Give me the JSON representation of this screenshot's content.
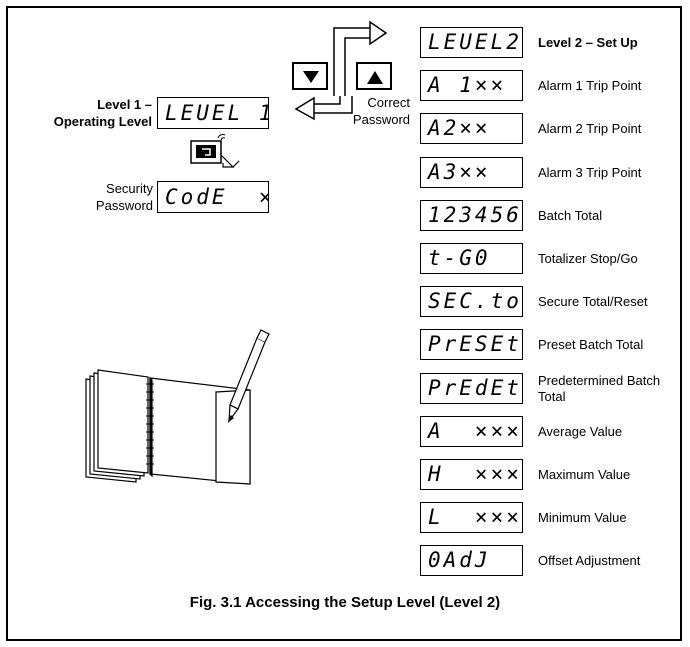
{
  "figure": {
    "caption": "Fig. 3.1 Accessing the Setup Level (Level 2)"
  },
  "left": {
    "level1_label_line1": "Level 1 –",
    "level1_label_line2": "Operating Level",
    "level1_display": "LEUEL 1",
    "security_label_line1": "Security",
    "security_label_line2": "Password",
    "code_display": "CodE  ×"
  },
  "center": {
    "correct_line1": "Correct",
    "correct_line2": "Password",
    "down_button_icon": "down-triangle-icon",
    "up_button_icon": "up-triangle-icon",
    "scroll_key_icon": "scroll-key-icon"
  },
  "right": {
    "items": [
      {
        "display": "LEUEL2",
        "desc": "Level 2 – Set Up"
      },
      {
        "display": "A 1××",
        "desc": "Alarm 1 Trip Point"
      },
      {
        "display": "A2××",
        "desc": "Alarm 2 Trip Point"
      },
      {
        "display": "A3××",
        "desc": "Alarm 3 Trip Point"
      },
      {
        "display": "123456",
        "desc": "Batch Total"
      },
      {
        "display": "t-G0",
        "desc": "Totalizer Stop/Go"
      },
      {
        "display": "SEC.tot",
        "desc": "Secure Total/Reset"
      },
      {
        "display": "PrESEt",
        "desc": "Preset Batch Total"
      },
      {
        "display": "PrEdEt",
        "desc": "Predetermined Batch Total"
      },
      {
        "display": "A  ××××",
        "desc": "Average Value"
      },
      {
        "display": "H  ××××",
        "desc": "Maximum Value"
      },
      {
        "display": "L  ××××",
        "desc": "Minimum Value"
      },
      {
        "display": "0AdJ",
        "desc": "Offset Adjustment"
      }
    ]
  },
  "illustration": "notebook-and-pencil-icon"
}
